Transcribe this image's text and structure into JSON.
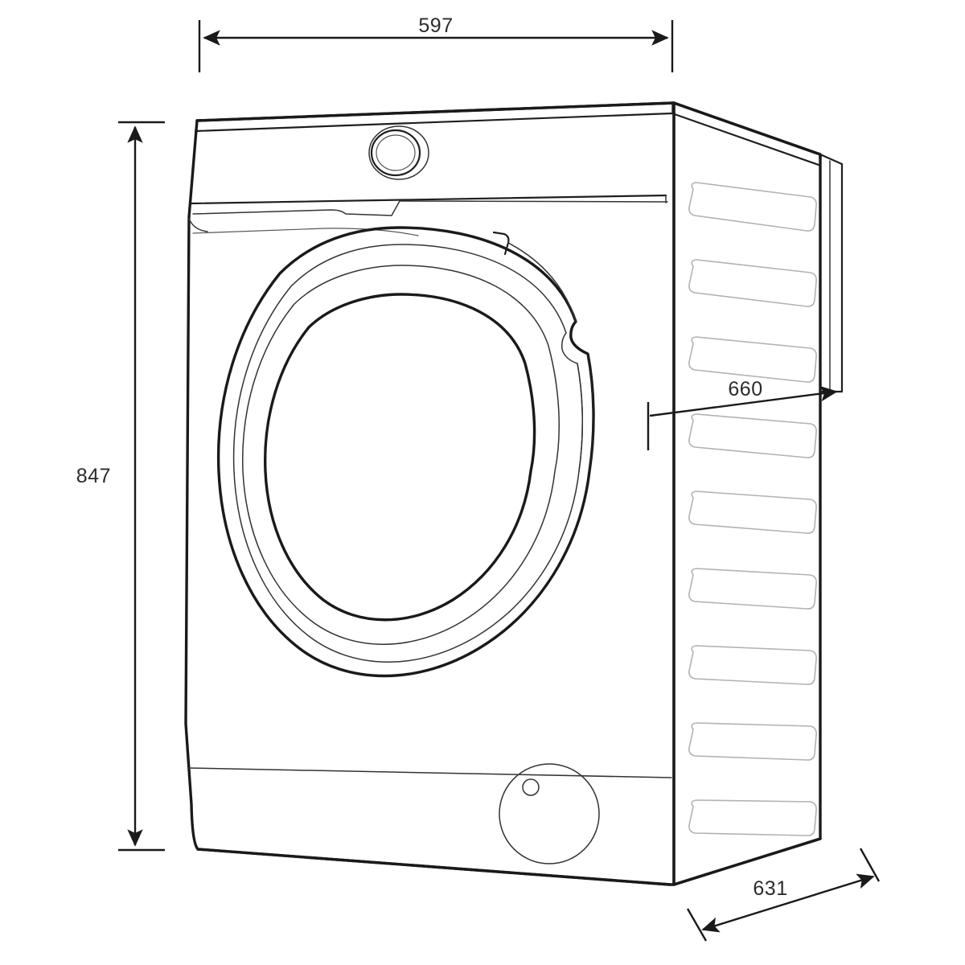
{
  "drawing": {
    "subject": "front-load washing machine",
    "view": "three-quarter perspective dimension drawing",
    "unit": "mm",
    "background_color": "#ffffff",
    "line_color": "#1a1a1a",
    "detail_line_color": "#b2b2b2",
    "text_color": "#2b2b2b"
  },
  "dimensions": {
    "width": {
      "label": "597",
      "name": "width-dimension",
      "orientation": "horizontal",
      "position": "top",
      "arrow_style": "double-headed"
    },
    "height": {
      "label": "847",
      "name": "height-dimension",
      "orientation": "vertical",
      "position": "left",
      "arrow_style": "double-headed"
    },
    "depth_with_door": {
      "label": "660",
      "name": "depth-overall-dimension",
      "orientation": "diagonal",
      "position": "right-upper",
      "arrow_style": "single-headed"
    },
    "depth_body": {
      "label": "631",
      "name": "depth-body-dimension",
      "orientation": "diagonal",
      "position": "bottom-right",
      "arrow_style": "double-headed"
    }
  },
  "features": {
    "control_panel": "control-panel",
    "program_dial": "program-dial-knob",
    "detergent_drawer": "detergent-drawer",
    "door": "porthole-door",
    "door_glass": "door-glass",
    "door_handle": "door-handle",
    "pump_filter_cover": "pump-filter-cover",
    "pump_filter_grip": "pump-filter-grip",
    "side_panel": "side-panel",
    "side_ribs_count": 9,
    "kickplate": "kickplate",
    "rear_edge": "rear-edge"
  }
}
